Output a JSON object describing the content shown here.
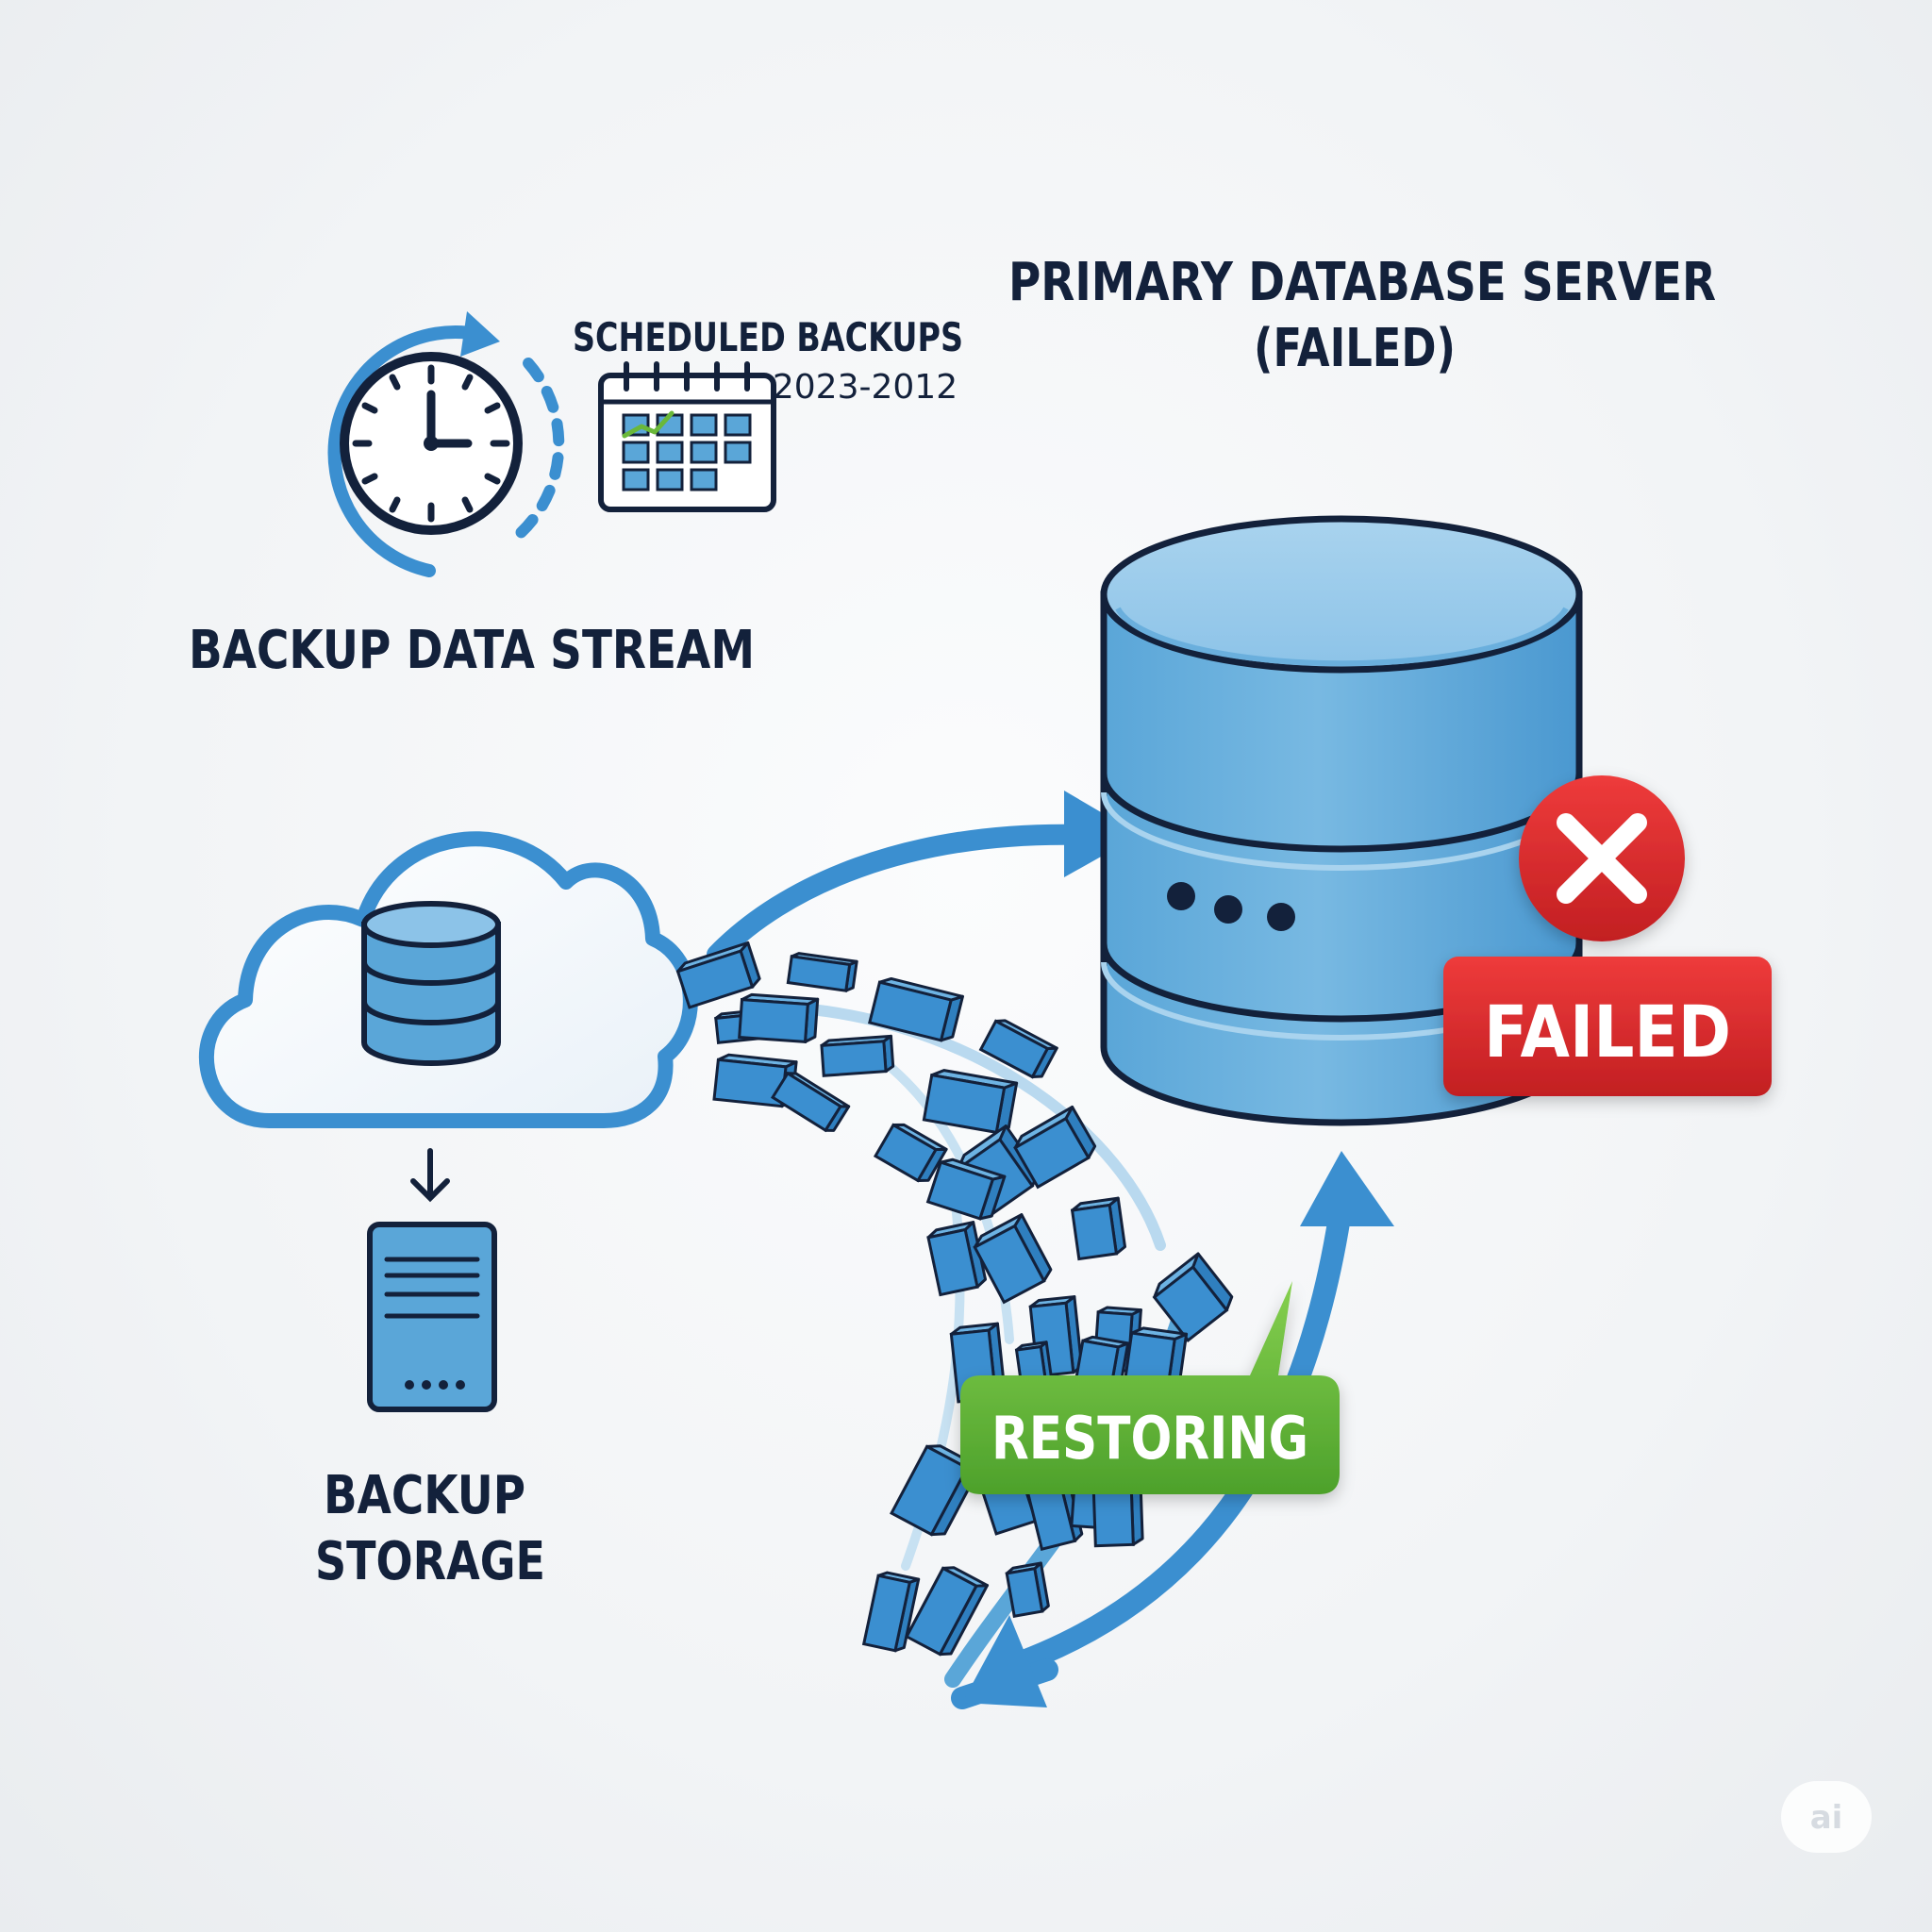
{
  "title": {
    "line1": "PRIMARY DATABASE SERVER",
    "line2": "(FAILED)"
  },
  "schedule": {
    "label": "SCHEDULED BACKUPS",
    "dates": "2023-2012"
  },
  "stream_label": "BACKUP DATA STREAM",
  "storage_label": {
    "line1": "BACKUP",
    "line2": "STORAGE"
  },
  "status": {
    "failed_label": "FAILED",
    "restoring_label": "RESTORING"
  },
  "watermark": "ai",
  "colors": {
    "ink": "#13213b",
    "primary_blue": "#3b8fd0",
    "light_blue": "#8cc3e8",
    "failed_red": "#d42a2c",
    "restoring_green": "#66b83a"
  },
  "icons": [
    "clock-icon",
    "calendar-icon",
    "cloud-icon",
    "database-icon",
    "server-icon",
    "error-icon",
    "arrow-down-icon"
  ]
}
